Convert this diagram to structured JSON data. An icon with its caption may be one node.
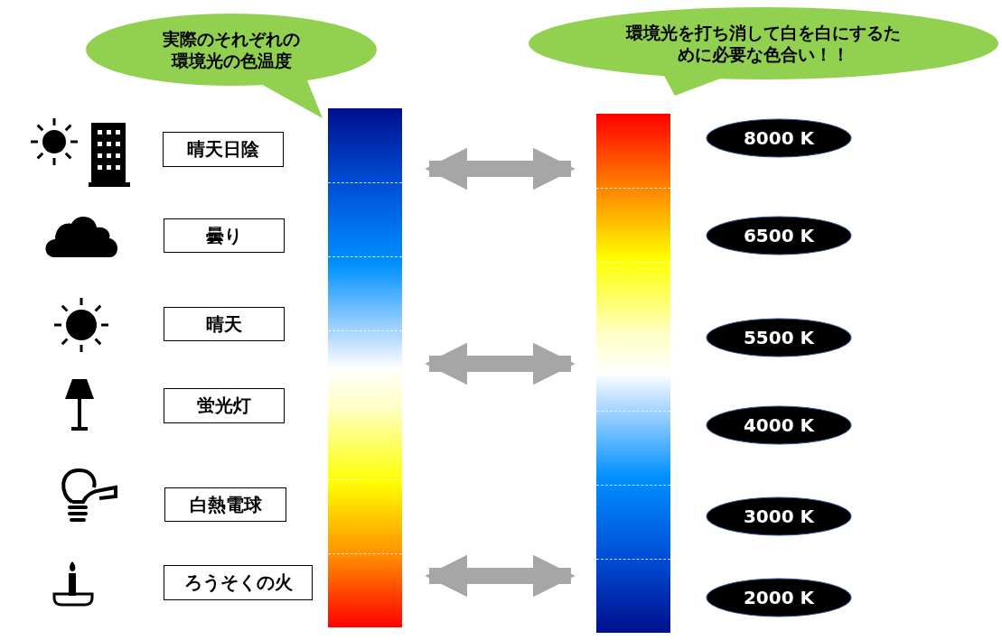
{
  "diagram": {
    "nodes": [
      {
        "text": [
          "実際のそれぞれの環境光の色温度"
        ]
      },
      {
        "text": [
          "環境光を打ち消して白を白にするために必要な色合い！！"
        ]
      },
      {
        "text": [
          "晴天日陰"
        ]
      },
      {
        "text": [
          "曇り"
        ]
      },
      {
        "text": [
          "晴天"
        ]
      },
      {
        "text": [
          "蛍光灯"
        ]
      },
      {
        "text": [
          "白熱電球"
        ]
      },
      {
        "text": [
          "ろうそくの火"
        ]
      },
      {
        "text": [],
        "shape": "bar"
      },
      {
        "text": [],
        "shape": "bar"
      },
      {
        "text": [
          "8000 K"
        ]
      },
      {
        "text": [
          "6500 K"
        ]
      },
      {
        "text": [
          "5500 K"
        ]
      },
      {
        "text": [
          "4000 K"
        ]
      },
      {
        "text": [
          "3000 K"
        ]
      },
      {
        "text": [
          "2000 K"
        ]
      }
    ],
    "edges": [
      {
        "from": 8,
        "to": 9,
        "arrow": "both"
      },
      {
        "from": 8,
        "to": 9,
        "arrow": "both"
      },
      {
        "from": 8,
        "to": 9,
        "arrow": "both"
      }
    ]
  }
}
